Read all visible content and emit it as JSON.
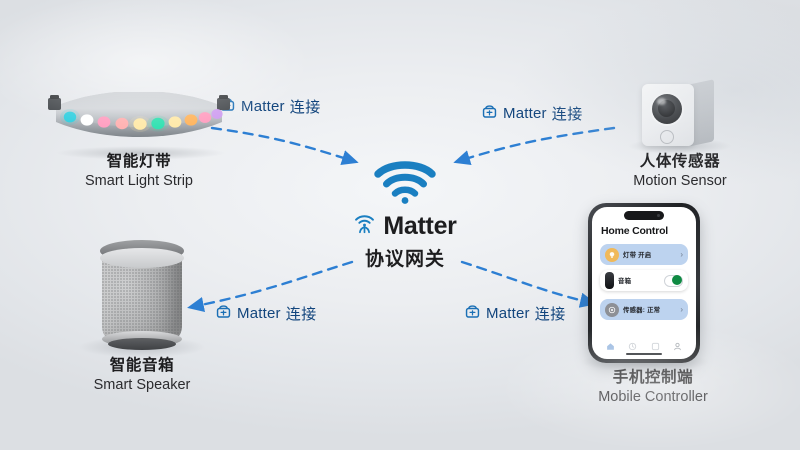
{
  "diagram": {
    "title": "Matter Smart Home Connection Diagram",
    "background_color": "#eceef1",
    "accent_color": "#1a7fc1",
    "link_color": "#2d7fd3",
    "label_color": "#12457d"
  },
  "hub": {
    "icon": "wifi-icon",
    "logo_icon": "matter-logo-icon",
    "name": "Matter",
    "subtitle": "协议网关"
  },
  "devices": [
    {
      "id": "light-strip",
      "icon": "led-light-strip-icon",
      "name_cn": "智能灯带",
      "name_en": "Smart Light Strip",
      "led_colors": [
        "#35d0e0",
        "#ffffff",
        "#ff9ec0",
        "#ffb0b0",
        "#ffe9a8",
        "#2fe0b0",
        "#ffe9a8",
        "#ffb45c",
        "#ff9ec0",
        "#cf9ef0"
      ]
    },
    {
      "id": "speaker",
      "icon": "smart-speaker-icon",
      "name_cn": "智能音箱",
      "name_en": "Smart Speaker"
    },
    {
      "id": "motion-sensor",
      "icon": "motion-sensor-icon",
      "name_cn": "人体传感器",
      "name_en": "Motion Sensor"
    },
    {
      "id": "mobile",
      "icon": "mobile-phone-icon",
      "name_cn": "手机控制端",
      "name_en": "Mobile Controller"
    }
  ],
  "connections": [
    {
      "id": "light-to-hub",
      "icon": "matter-hub-icon",
      "label": "Matter",
      "label_cn": "连接",
      "direction": "to-hub"
    },
    {
      "id": "sensor-to-hub",
      "icon": "matter-hub-icon",
      "label": "Matter",
      "label_cn": "连接",
      "direction": "to-hub"
    },
    {
      "id": "hub-to-speaker",
      "icon": "matter-hub-icon",
      "label": "Matter",
      "label_cn": "连接",
      "direction": "from-hub"
    },
    {
      "id": "hub-to-mobile",
      "icon": "matter-hub-icon",
      "label": "Matter",
      "label_cn": "连接",
      "direction": "from-hub"
    }
  ],
  "phone": {
    "app_title": "Home Control",
    "rows": [
      {
        "id": "light-row",
        "icon": "bulb-icon",
        "label": "灯带  开启",
        "control": "chevron"
      },
      {
        "id": "speaker-row",
        "icon": "speaker-icon",
        "label": "音箱",
        "control": "toggle-on"
      },
      {
        "id": "sensor-row",
        "icon": "sensor-icon",
        "label": "传感器: 正常",
        "control": "chevron"
      }
    ],
    "nav": [
      {
        "id": "nav-home",
        "icon": "home-icon"
      },
      {
        "id": "nav-history",
        "icon": "clock-icon"
      },
      {
        "id": "nav-devices",
        "icon": "square-icon"
      },
      {
        "id": "nav-profile",
        "icon": "person-icon"
      }
    ]
  }
}
